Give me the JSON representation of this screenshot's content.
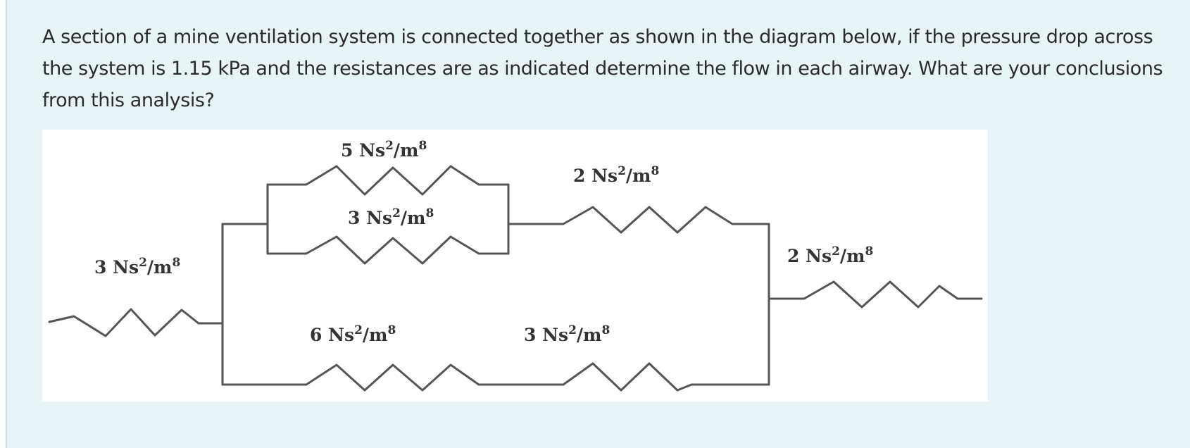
{
  "question": {
    "text": "A section of a mine ventilation system is connected together as shown in the diagram below, if the pressure drop across the system is 1.15 kPa and the resistances are as indicated determine the flow in each airway. What are your conclusions from this analysis?"
  },
  "diagram": {
    "unit": {
      "prefix": "Ns",
      "exp": "2",
      "slash": "/",
      "base": "m",
      "base_exp": "8"
    },
    "resistors": [
      {
        "id": "inlet",
        "value": "3"
      },
      {
        "id": "upper-top",
        "value": "5"
      },
      {
        "id": "upper-middle",
        "value": "3"
      },
      {
        "id": "upper-right",
        "value": "2"
      },
      {
        "id": "lower-left",
        "value": "6"
      },
      {
        "id": "lower-right",
        "value": "3"
      },
      {
        "id": "outlet",
        "value": "2"
      }
    ]
  }
}
